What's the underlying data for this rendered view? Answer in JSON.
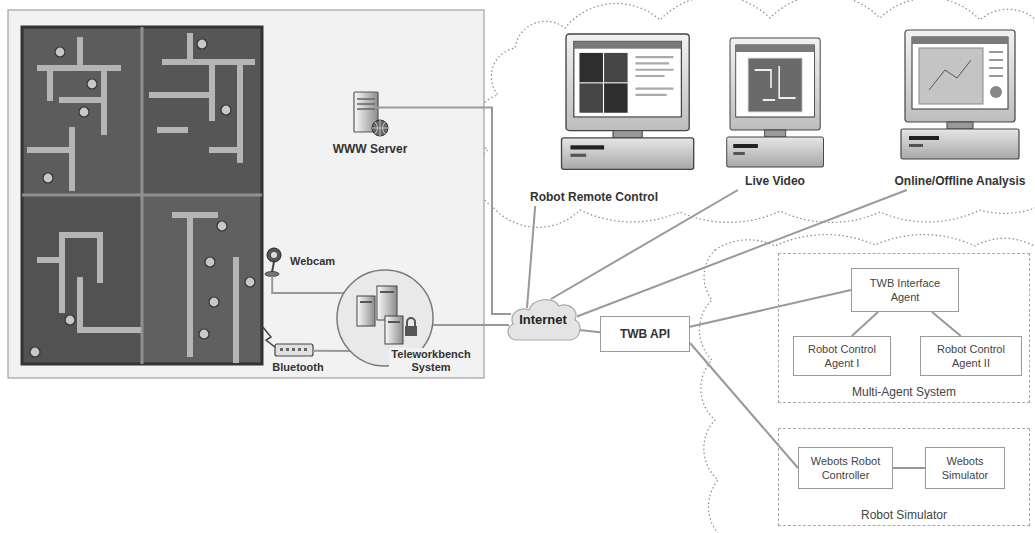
{
  "diagram": {
    "nodes": [
      {
        "text": [
          "WWW Server"
        ]
      },
      {
        "text": [
          "Webcam"
        ]
      },
      {
        "text": [
          "Bluetooth"
        ]
      },
      {
        "text": [
          "Teleworkbench System"
        ]
      },
      {
        "text": [
          "Robot Remote Control"
        ]
      },
      {
        "text": [
          "Live Video"
        ]
      },
      {
        "text": [
          "Online/Offline Analysis"
        ]
      },
      {
        "text": [
          "Internet"
        ]
      },
      {
        "text": [
          "TWB API"
        ]
      },
      {
        "text": [
          "Multi-Agent System"
        ]
      },
      {
        "text": [
          "TWB Interface Agent"
        ],
        "in": 9
      },
      {
        "text": [
          "Robot Control Agent I"
        ],
        "in": 9
      },
      {
        "text": [
          "Robot Control Agent II"
        ],
        "in": 9
      },
      {
        "text": [
          "Robot Simulator"
        ]
      },
      {
        "text": [
          "Webots Robot Controller"
        ],
        "in": 13
      },
      {
        "text": [
          "Webots Simulator"
        ],
        "in": 13
      }
    ],
    "edges": [
      {
        "from": 0,
        "to": 7,
        "arrow": "none"
      },
      {
        "from": 1,
        "to": 3,
        "arrow": "none"
      },
      {
        "from": 2,
        "to": 3,
        "arrow": "none"
      },
      {
        "from": 3,
        "to": 7,
        "arrow": "none"
      },
      {
        "from": 7,
        "to": 4,
        "arrow": "none"
      },
      {
        "from": 7,
        "to": 5,
        "arrow": "none"
      },
      {
        "from": 7,
        "to": 6,
        "arrow": "none"
      },
      {
        "from": 7,
        "to": 8,
        "arrow": "none"
      },
      {
        "from": 8,
        "to": 10,
        "arrow": "none"
      },
      {
        "from": 8,
        "to": 14,
        "arrow": "none"
      },
      {
        "from": 10,
        "to": 11,
        "arrow": "none"
      },
      {
        "from": 10,
        "to": 12,
        "arrow": "none"
      },
      {
        "from": 14,
        "to": 15,
        "arrow": "none"
      }
    ]
  }
}
